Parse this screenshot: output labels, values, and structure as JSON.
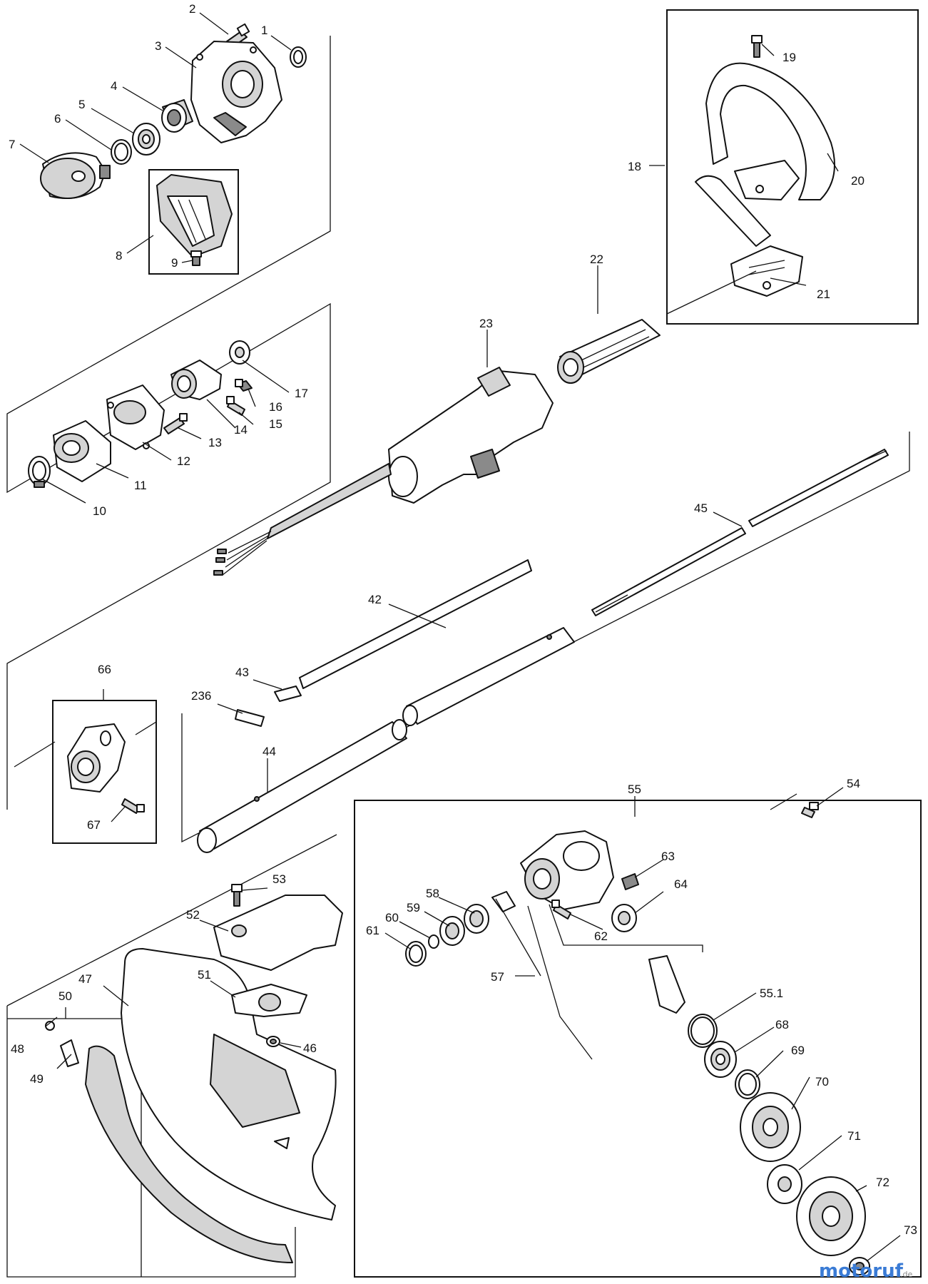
{
  "labels": {
    "l1": "1",
    "l2": "2",
    "l3": "3",
    "l4": "4",
    "l5": "5",
    "l6": "6",
    "l7": "7",
    "l8": "8",
    "l9": "9",
    "l10": "10",
    "l11": "11",
    "l12": "12",
    "l13": "13",
    "l14": "14",
    "l15": "15",
    "l16": "16",
    "l17": "17",
    "l18": "18",
    "l19": "19",
    "l20": "20",
    "l21": "21",
    "l22": "22",
    "l23": "23",
    "l42": "42",
    "l43": "43",
    "l44": "44",
    "l45": "45",
    "l46": "46",
    "l47": "47",
    "l48": "48",
    "l49": "49",
    "l50": "50",
    "l51": "51",
    "l52": "52",
    "l53": "53",
    "l54": "54",
    "l55": "55",
    "l55_1": "55.1",
    "l57": "57",
    "l58": "58",
    "l59": "59",
    "l60": "60",
    "l61": "61",
    "l62": "62",
    "l63": "63",
    "l64": "64",
    "l66": "66",
    "l67": "67",
    "l68": "68",
    "l69": "69",
    "l70": "70",
    "l71": "71",
    "l72": "72",
    "l73": "73",
    "l236": "236"
  },
  "watermark": {
    "text": "motoruf",
    "suffix": ".de"
  }
}
